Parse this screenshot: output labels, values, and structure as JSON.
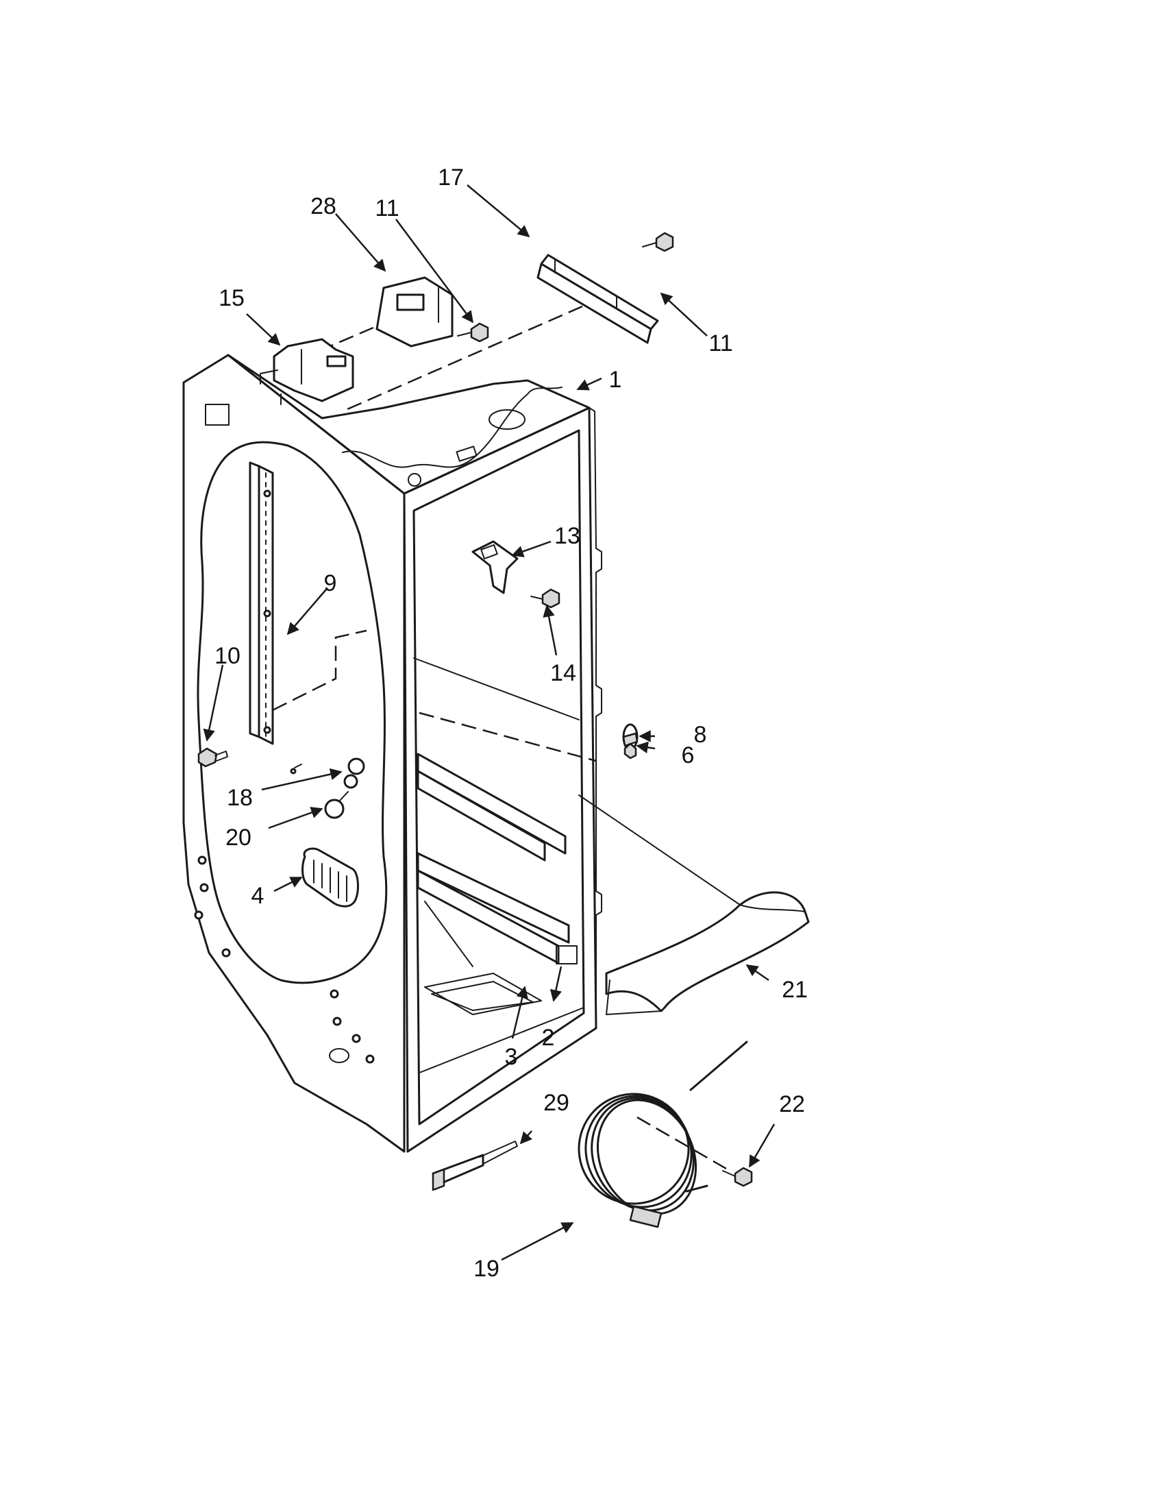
{
  "diagram": {
    "callouts": {
      "p1": "1",
      "p2": "2",
      "p3": "3",
      "p4": "4",
      "p6": "6",
      "p8": "8",
      "p9": "9",
      "p10": "10",
      "p11a": "11",
      "p11b": "11",
      "p13": "13",
      "p14": "14",
      "p15": "15",
      "p17": "17",
      "p18": "18",
      "p19": "19",
      "p20": "20",
      "p21": "21",
      "p22": "22",
      "p28": "28",
      "p29": "29"
    }
  }
}
